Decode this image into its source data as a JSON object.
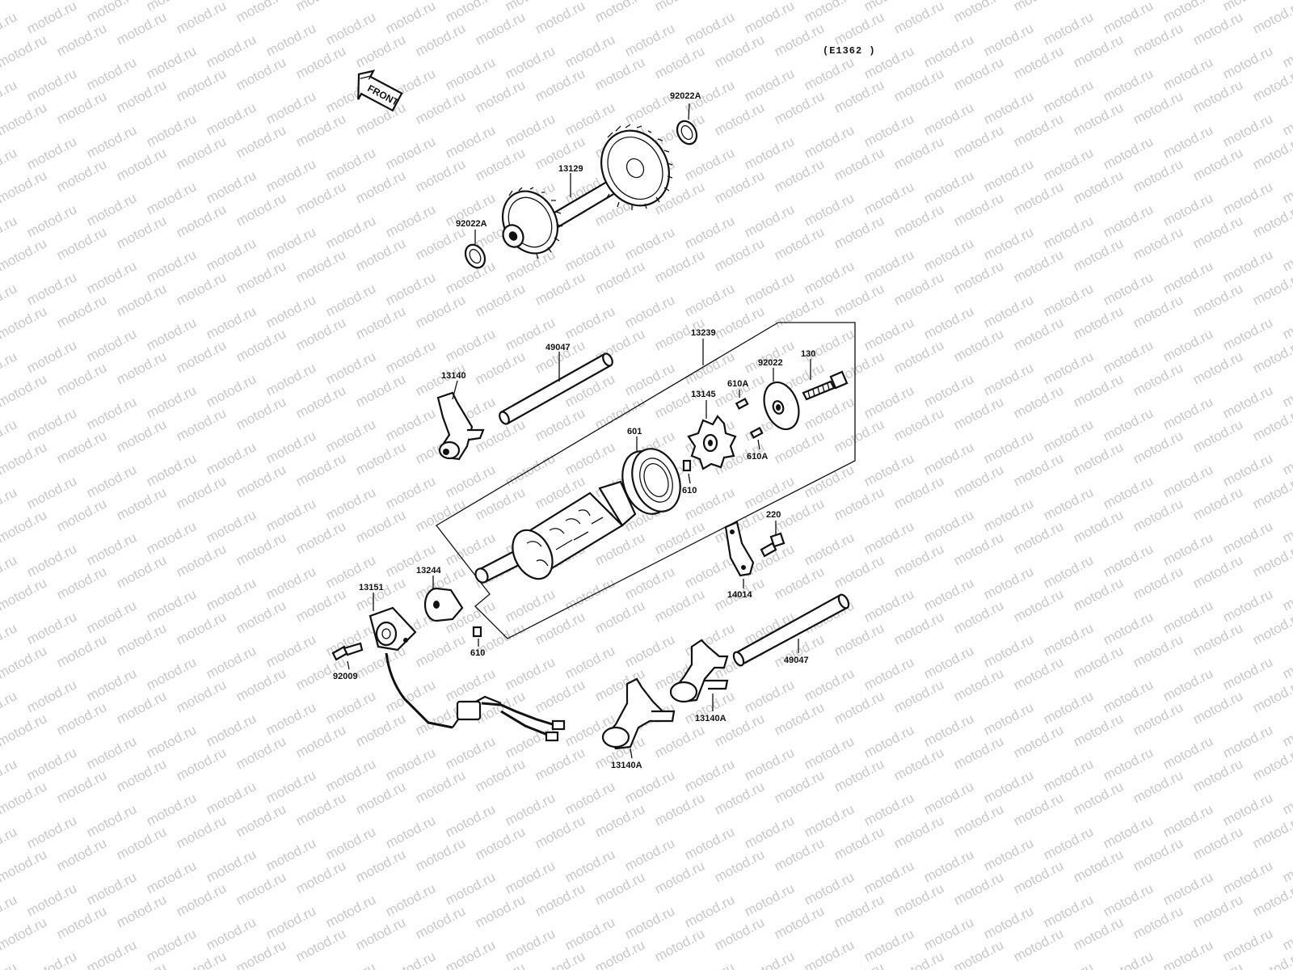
{
  "watermark": {
    "text": "motod.ru"
  },
  "diagram_code": "(E1362 )",
  "front_label": "FRONT",
  "parts": {
    "washer_top": "92022A",
    "gear_shaft": "13129",
    "washer_left": "92022A",
    "shift_drum_assy": "13239",
    "shift_rod_upper": "49047",
    "fork_upper": "13140",
    "bolt_130": "130",
    "washer_92022": "92022",
    "pin_610a_upper": "610A",
    "pin_610a_lower": "610A",
    "star_plate": "13145",
    "bearing": "601",
    "pin_610_upper": "610",
    "bolt_220": "220",
    "stopper": "14014",
    "cam_13244": "13244",
    "switch_13151": "13151",
    "pin_610_lower": "610",
    "screw_92009": "92009",
    "shift_rod_lower": "49047",
    "fork_13140a_right": "13140A",
    "fork_13140a_left": "13140A"
  },
  "colors": {
    "ink": "#111111",
    "watermark": "#c9c9c9",
    "background": "#ffffff"
  }
}
